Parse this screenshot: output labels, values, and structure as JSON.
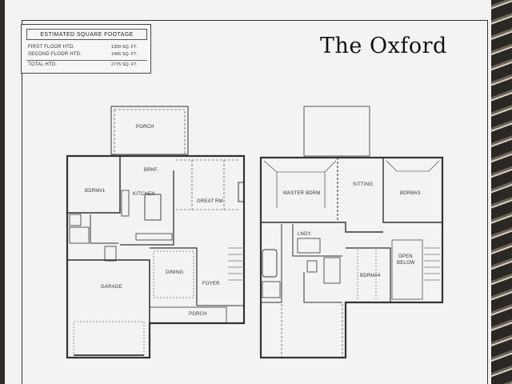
{
  "sheet_title": "The Oxford",
  "sqft_table": {
    "heading": "ESTIMATED SQUARE FOOTAGE",
    "rows": [
      {
        "label": "FIRST FLOOR HTD.",
        "value": "1309 SQ. FT."
      },
      {
        "label": "SECOND FLOOR HTD.",
        "value": "1466 SQ. FT."
      },
      {
        "label": "TOTAL HTD.",
        "value": "2775 SQ. FT."
      }
    ]
  },
  "first_floor": {
    "porch_rear": "PORCH",
    "brkf": "BRKF.",
    "bdrm1": "BDRM#1",
    "kitchen": "KITCHEN",
    "great_rm": "GREAT RM.",
    "garage": "GARAGE",
    "dining": "DINING",
    "foyer": "FOYER",
    "porch_front": "PORCH"
  },
  "second_floor": {
    "master": "MASTER BDRM",
    "sitting": "SITTING",
    "bdrm3": "BDRM#3",
    "lndy": "LNDY.",
    "bdrm4": "BDRM#4",
    "open_below_1": "OPEN",
    "open_below_2": "BELOW"
  }
}
